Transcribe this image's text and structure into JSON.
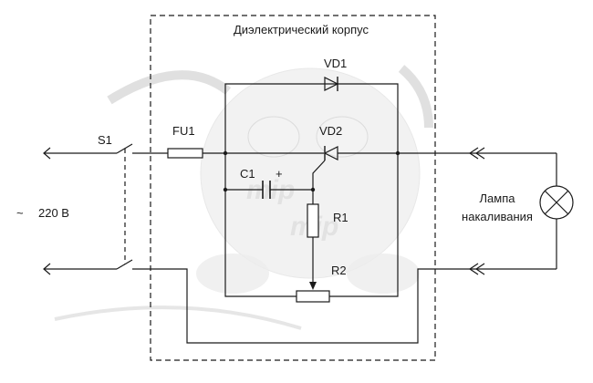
{
  "enclosure": {
    "title": "Диэлектрический корпус"
  },
  "components": {
    "vd1": "VD1",
    "vd2": "VD2",
    "fu1": "FU1",
    "c1": "C1",
    "c1_polarity": "+",
    "r1": "R1",
    "r2": "R2",
    "s1": "S1"
  },
  "supply": {
    "label": "220 В",
    "symbol": "~"
  },
  "load": {
    "line1": "Лампа",
    "line2": "накаливания"
  },
  "watermark": {
    "text1": "mip",
    "text2": "mip"
  }
}
